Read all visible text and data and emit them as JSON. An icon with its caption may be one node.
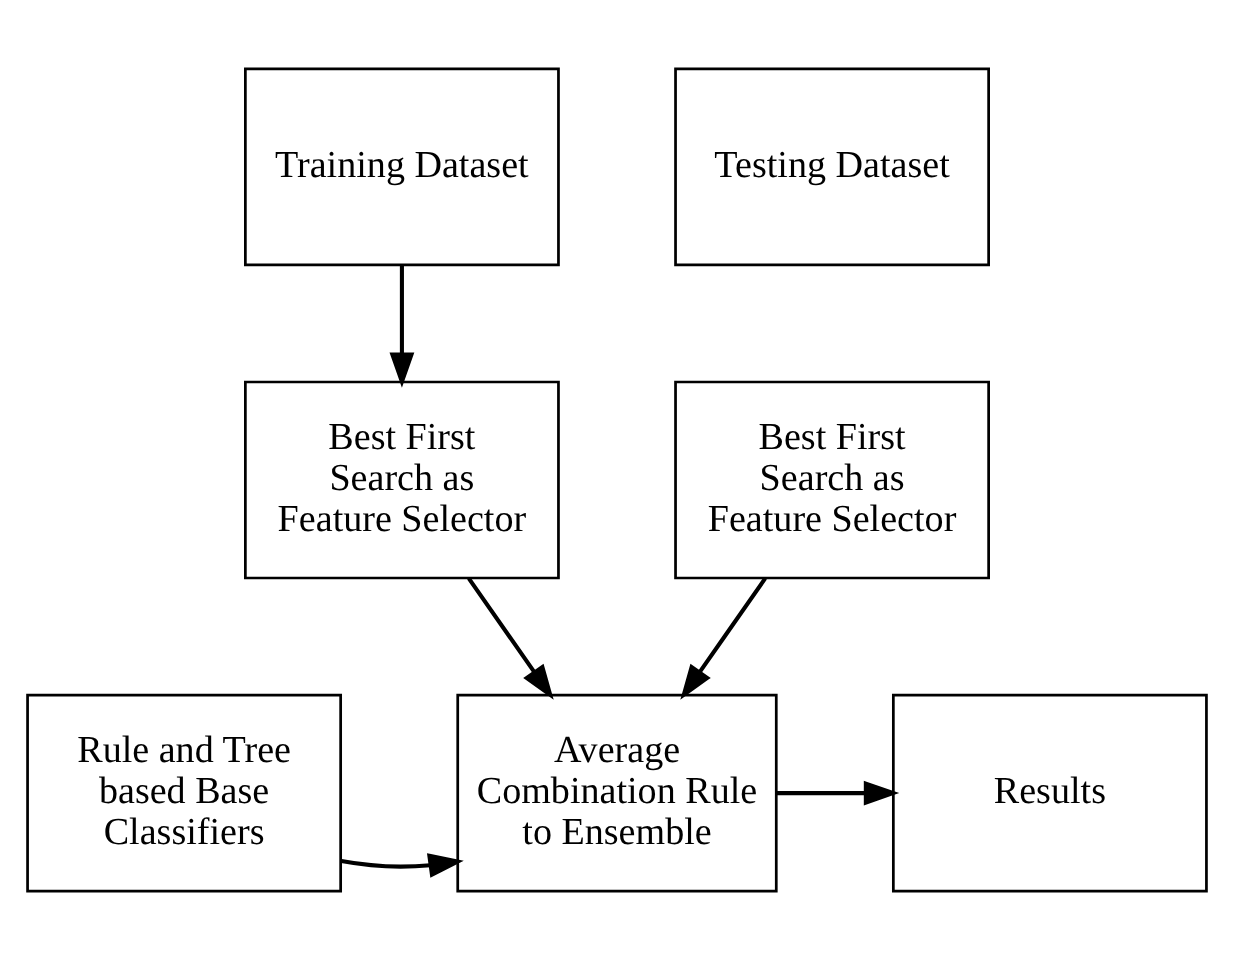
{
  "diagram": {
    "nodes": [
      {
        "text": [
          "Training Dataset"
        ]
      },
      {
        "text": [
          "Testing Dataset"
        ]
      },
      {
        "text": [
          "Best First Search as Feature Selector"
        ]
      },
      {
        "text": [
          "Best First Search as Feature Selector"
        ]
      },
      {
        "text": [
          "Rule and Tree based Base Classifiers"
        ]
      },
      {
        "text": [
          "Average Combination Rule to Ensemble"
        ]
      },
      {
        "text": [
          "Results"
        ]
      }
    ],
    "edges": [
      {
        "from": 0,
        "to": 2,
        "arrow": "to"
      },
      {
        "from": 2,
        "to": 5,
        "arrow": "to"
      },
      {
        "from": 3,
        "to": 5,
        "arrow": "to"
      },
      {
        "from": 4,
        "to": 5,
        "arrow": "to"
      },
      {
        "from": 5,
        "to": 6,
        "arrow": "to"
      }
    ]
  }
}
